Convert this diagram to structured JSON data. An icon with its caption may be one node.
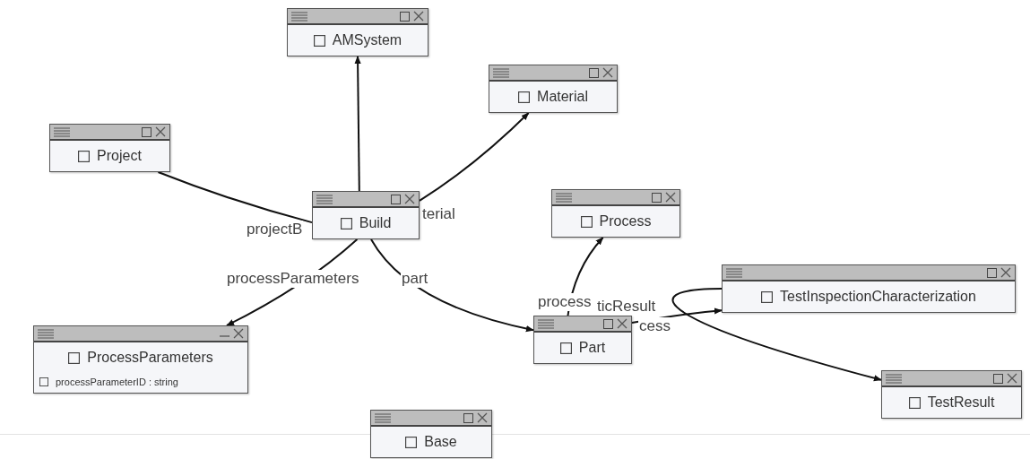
{
  "diagram": {
    "nodes": [
      {
        "text": [
          "AMSystem"
        ]
      },
      {
        "text": [
          "Material"
        ]
      },
      {
        "text": [
          "Project"
        ]
      },
      {
        "text": [
          "Build"
        ]
      },
      {
        "text": [
          "Process"
        ]
      },
      {
        "text": [
          "TestInspectionCharacterization"
        ]
      },
      {
        "text": [
          "ProcessParameters",
          "processParameterID : string"
        ]
      },
      {
        "text": [
          "Part"
        ]
      },
      {
        "text": [
          "TestResult"
        ]
      },
      {
        "text": [
          "Base"
        ]
      }
    ],
    "edges": [
      {
        "from": 3,
        "to": 0,
        "arrow": "to"
      },
      {
        "from": 3,
        "to": 1,
        "arrow": "to",
        "label": "terial"
      },
      {
        "from": 2,
        "to": 3,
        "arrow": "none",
        "label": "projectB"
      },
      {
        "from": 3,
        "to": 6,
        "arrow": "to",
        "label": "processParameters"
      },
      {
        "from": 3,
        "to": 7,
        "arrow": "to",
        "label": "part"
      },
      {
        "from": 7,
        "to": 4,
        "arrow": "to",
        "label": "process"
      },
      {
        "from": 7,
        "to": 5,
        "arrow": "to",
        "label": "cess"
      },
      {
        "from": 5,
        "to": 8,
        "arrow": "to",
        "label": "ticResult"
      }
    ]
  }
}
